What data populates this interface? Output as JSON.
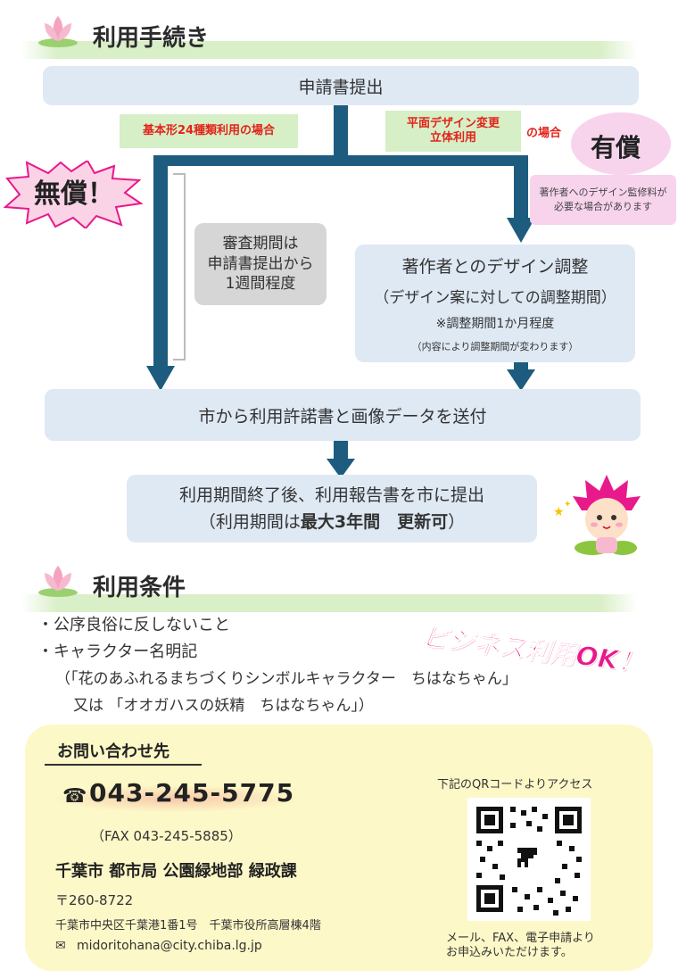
{
  "section1": {
    "title": "利用手続き"
  },
  "step_submit": "申請書提出",
  "free_case": "基本形24種類利用の場合",
  "paid_case_line1": "平面デザイン変更",
  "paid_case_line2": "立体利用",
  "paid_case_suffix": "の場合",
  "free_badge": "無償！",
  "paid_badge": "有償",
  "paid_note": "著作者へのデザイン監修料が必要な場合があります",
  "review": {
    "line1": "審査期間は",
    "line2": "申請書提出から",
    "line3": "1週間程度"
  },
  "design_adjust": {
    "title": "著作者とのデザイン調整",
    "sub": "（デザイン案に対しての調整期間）",
    "note1": "※調整期間1か月程度",
    "note2": "（内容により調整期間が変わります）"
  },
  "step_send": "市から利用許諾書と画像データを送付",
  "step_report": {
    "line1": "利用期間終了後、利用報告書を市に提出",
    "line2_a": "（利用期間は",
    "line2_b": "最大3年間　更新可",
    "line2_c": "）"
  },
  "section2": {
    "title": "利用条件"
  },
  "conditions": {
    "item1": "・公序良俗に反しないこと",
    "item2": "・キャラクター名明記",
    "line3": "（「花のあふれるまちづくりシンボルキャラクター　ちはなちゃん」",
    "line4": "又は 「オオガハスの妖精　ちはなちゃん」）"
  },
  "business_ok": "ビジネス利用OK！",
  "contact": {
    "heading": "お問い合わせ先",
    "phone": "043-245-5775",
    "fax": "（FAX 043-245-5885）",
    "dept": "千葉市 都市局 公園緑地部 緑政課",
    "zip": "〒260-8722",
    "address": "千葉市中央区千葉港1番1号　千葉市役所高層棟4階",
    "email": "midoritohana@city.chiba.lg.jp",
    "qr_caption": "下記のQRコードよりアクセス",
    "apply_line1": "メール、FAX、電子申請より",
    "apply_line2": "お申込みいただけます。"
  },
  "colors": {
    "arrow": "#1d5c7f",
    "box": "#dfe9f4",
    "red": "#e2231a",
    "pink": "#e8198b",
    "contact_bg": "#fdf8c8"
  }
}
